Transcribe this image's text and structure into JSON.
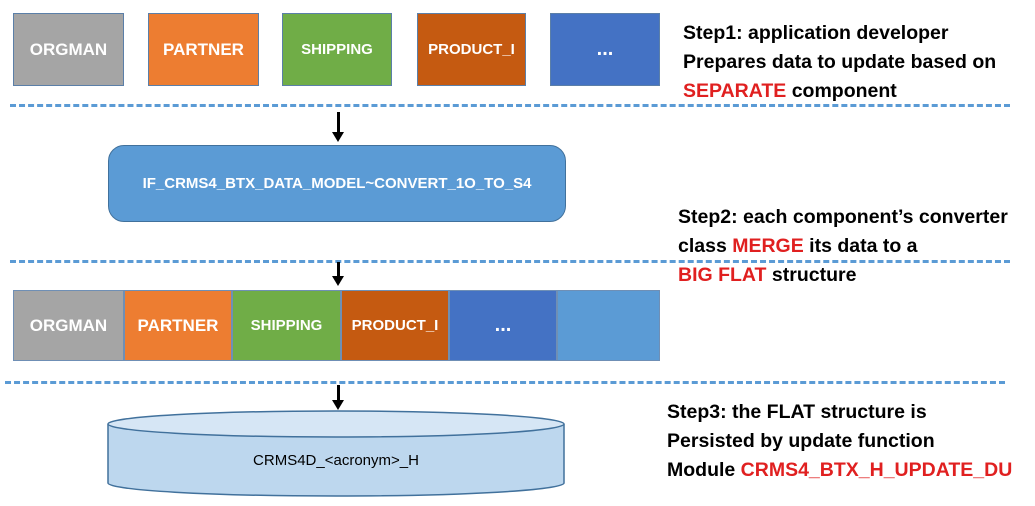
{
  "top_row": [
    {
      "label": "ORGMAN",
      "color": "#a5a5a5"
    },
    {
      "label": "PARTNER",
      "color": "#ed7d31"
    },
    {
      "label": "SHIPPING",
      "color": "#70ad47"
    },
    {
      "label": "PRODUCT_I",
      "color": "#c55a11"
    },
    {
      "label": "...",
      "color": "#4472c4"
    }
  ],
  "converter": {
    "label": "IF_CRMS4_BTX_DATA_MODEL~CONVERT_1O_TO_S4"
  },
  "flat_row": [
    {
      "label": "ORGMAN",
      "color": "#a5a5a5"
    },
    {
      "label": "PARTNER",
      "color": "#ed7d31"
    },
    {
      "label": "SHIPPING",
      "color": "#70ad47"
    },
    {
      "label": "PRODUCT_I",
      "color": "#c55a11"
    },
    {
      "label": "...",
      "color": "#4472c4"
    },
    {
      "label": "",
      "color": "#5b9bd5"
    }
  ],
  "database": {
    "label": "CRMS4D_<acronym>_H"
  },
  "step1": {
    "line1": "Step1: application developer",
    "line2": "Prepares data to update based on",
    "line3_highlight": "SEPARATE",
    "line3_rest": " component"
  },
  "step2": {
    "line1": "Step2: each component’s converter",
    "line2_pre": "class ",
    "line2_highlight": "MERGE",
    "line2_rest": " its data to a",
    "line3_highlight": "BIG FLAT",
    "line3_rest": " structure"
  },
  "step3": {
    "line1": "Step3: the FLAT structure is",
    "line2": "Persisted by update function",
    "line3_pre": "Module ",
    "line3_highlight": "CRMS4_BTX_H_UPDATE_DU"
  }
}
